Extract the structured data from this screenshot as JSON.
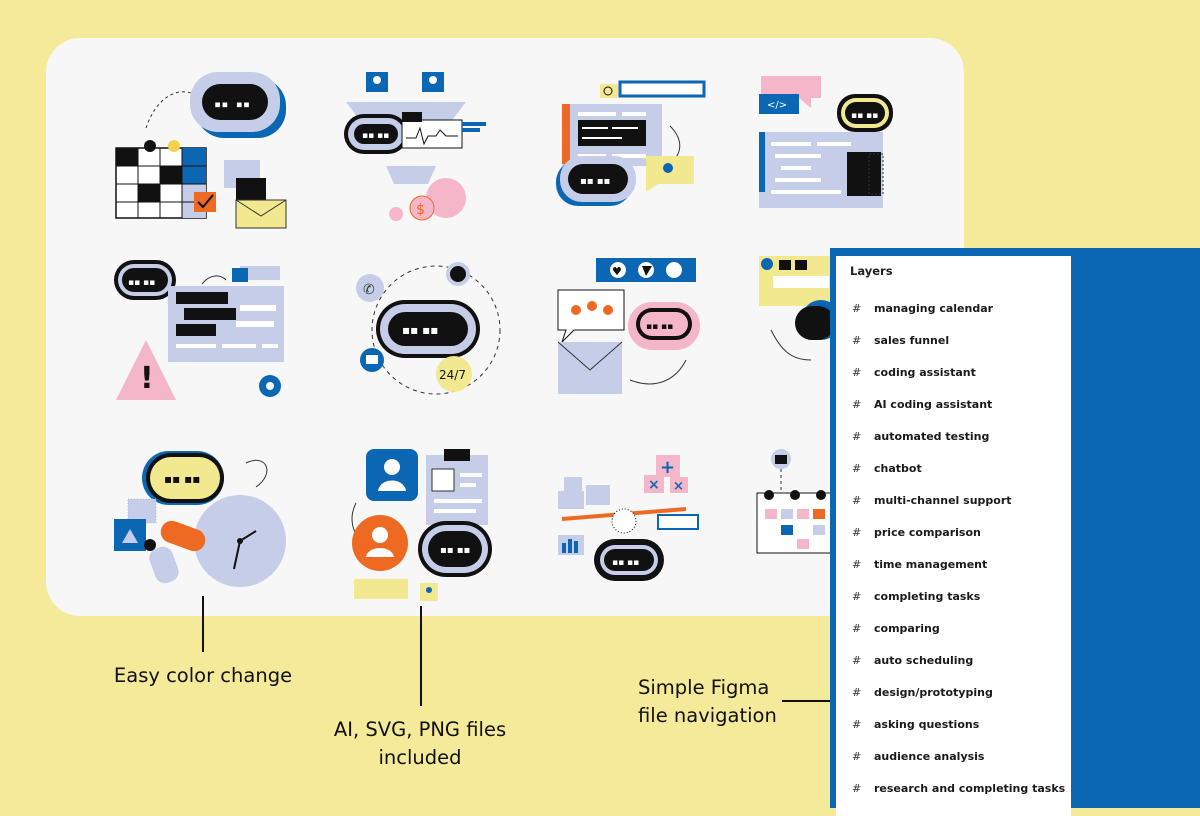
{
  "captions": {
    "easy_color": "Easy color change",
    "files_line1": "AI, SVG, PNG files",
    "files_line2": "included",
    "figma_line1": "Simple Figma",
    "figma_line2": "file navigation"
  },
  "illustrations": {
    "chatbot_text": "24/7",
    "price_symbol": "$"
  },
  "layers_panel": {
    "title": "Layers",
    "items": [
      "managing calendar",
      "sales funnel",
      "coding assistant",
      "AI coding assistant",
      "automated testing",
      "chatbot",
      "multi-channel support",
      "price comparison",
      "time management",
      "completing tasks",
      "comparing",
      "auto scheduling",
      "design/prototyping",
      "asking questions",
      "audience analysis",
      "research and completing tasks"
    ]
  },
  "colors": {
    "background": "#f4ea9a",
    "card": "#f7f7f7",
    "accent_blue": "#0b66b3",
    "lavender": "#c5cde8",
    "pink": "#f4b6c8",
    "orange": "#ee6a22",
    "yellow": "#f2e88f"
  }
}
